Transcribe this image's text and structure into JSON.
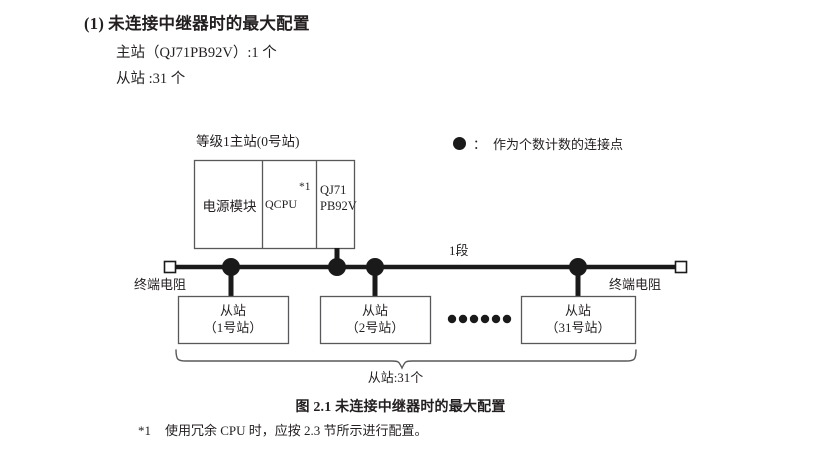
{
  "heading": {
    "number": "(1)",
    "text": "未连接中继器时的最大配置"
  },
  "specs": [
    "主站（QJ71PB92V）:1 个",
    "从站 :31 个"
  ],
  "diagram": {
    "master_title": "等级1主站(0号站)",
    "modules": {
      "psu": "电源模块",
      "cpu": "QCPU",
      "cpu_note": "*1",
      "master_module_line1": "QJ71",
      "master_module_line2": "PB92V"
    },
    "terminal_left": "终端电阻",
    "terminal_right": "终端电阻",
    "segment_label": "1段",
    "slaves": [
      {
        "name": "从站",
        "station": "（1号站）"
      },
      {
        "name": "从站",
        "station": "（2号站）"
      },
      {
        "name": "从站",
        "station": "（31号站）"
      }
    ],
    "ellipsis_dot_count": 6,
    "brace_label": "从站:31个",
    "legend": {
      "symbol": "filled-circle",
      "colon": "：",
      "text": "作为个数计数的连接点"
    },
    "colors": {
      "line": "#1a1a1a",
      "box_border": "#58585a",
      "brace": "#58585a",
      "dot": "#1a1a1a",
      "terminal_fill": "#ffffff"
    }
  },
  "caption": "图 2.1  未连接中继器时的最大配置",
  "footnote": {
    "mark": "*1",
    "text": "使用冗余 CPU 时，应按 2.3 节所示进行配置。"
  }
}
